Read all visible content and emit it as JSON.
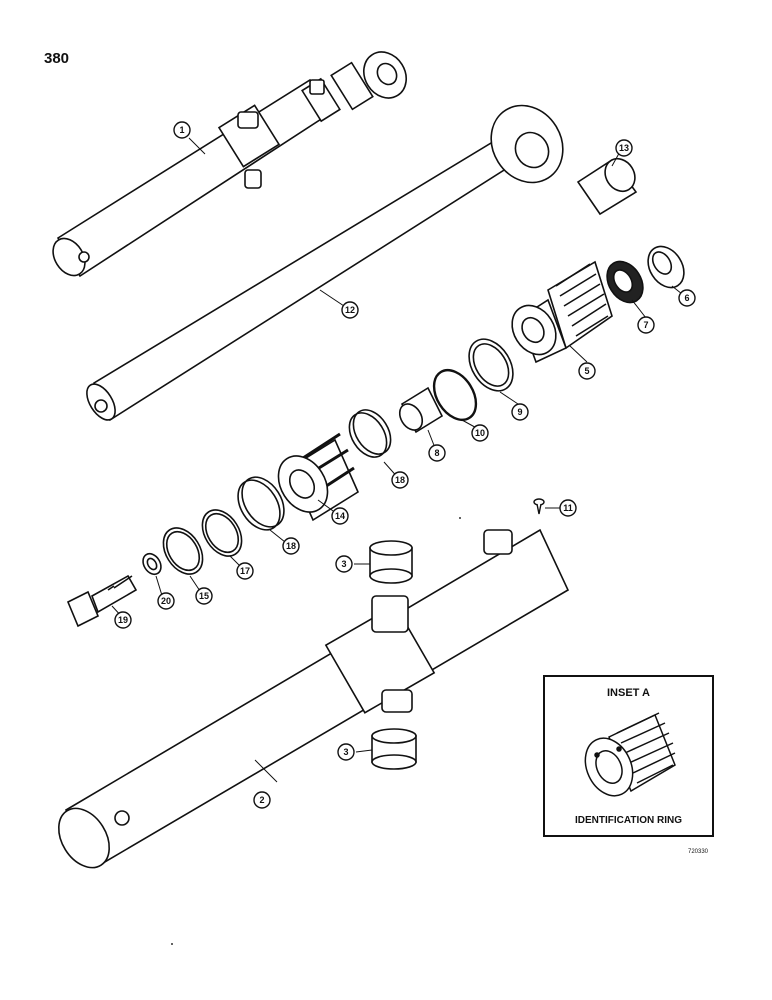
{
  "page": {
    "number": "380"
  },
  "callouts": [
    {
      "id": "1",
      "label": "1"
    },
    {
      "id": "2",
      "label": "2"
    },
    {
      "id": "3a",
      "label": "3"
    },
    {
      "id": "3b",
      "label": "3"
    },
    {
      "id": "5",
      "label": "5"
    },
    {
      "id": "6",
      "label": "6"
    },
    {
      "id": "7",
      "label": "7"
    },
    {
      "id": "8",
      "label": "8"
    },
    {
      "id": "9",
      "label": "9"
    },
    {
      "id": "10",
      "label": "10"
    },
    {
      "id": "11",
      "label": "11"
    },
    {
      "id": "12",
      "label": "12"
    },
    {
      "id": "13",
      "label": "13"
    },
    {
      "id": "14",
      "label": "14"
    },
    {
      "id": "15",
      "label": "15"
    },
    {
      "id": "17",
      "label": "17"
    },
    {
      "id": "18a",
      "label": "18"
    },
    {
      "id": "18b",
      "label": "18"
    },
    {
      "id": "19",
      "label": "19"
    },
    {
      "id": "20",
      "label": "20"
    }
  ],
  "inset": {
    "title": "INSET A",
    "caption": "IDENTIFICATION RING"
  },
  "drawing_ref": "720330"
}
